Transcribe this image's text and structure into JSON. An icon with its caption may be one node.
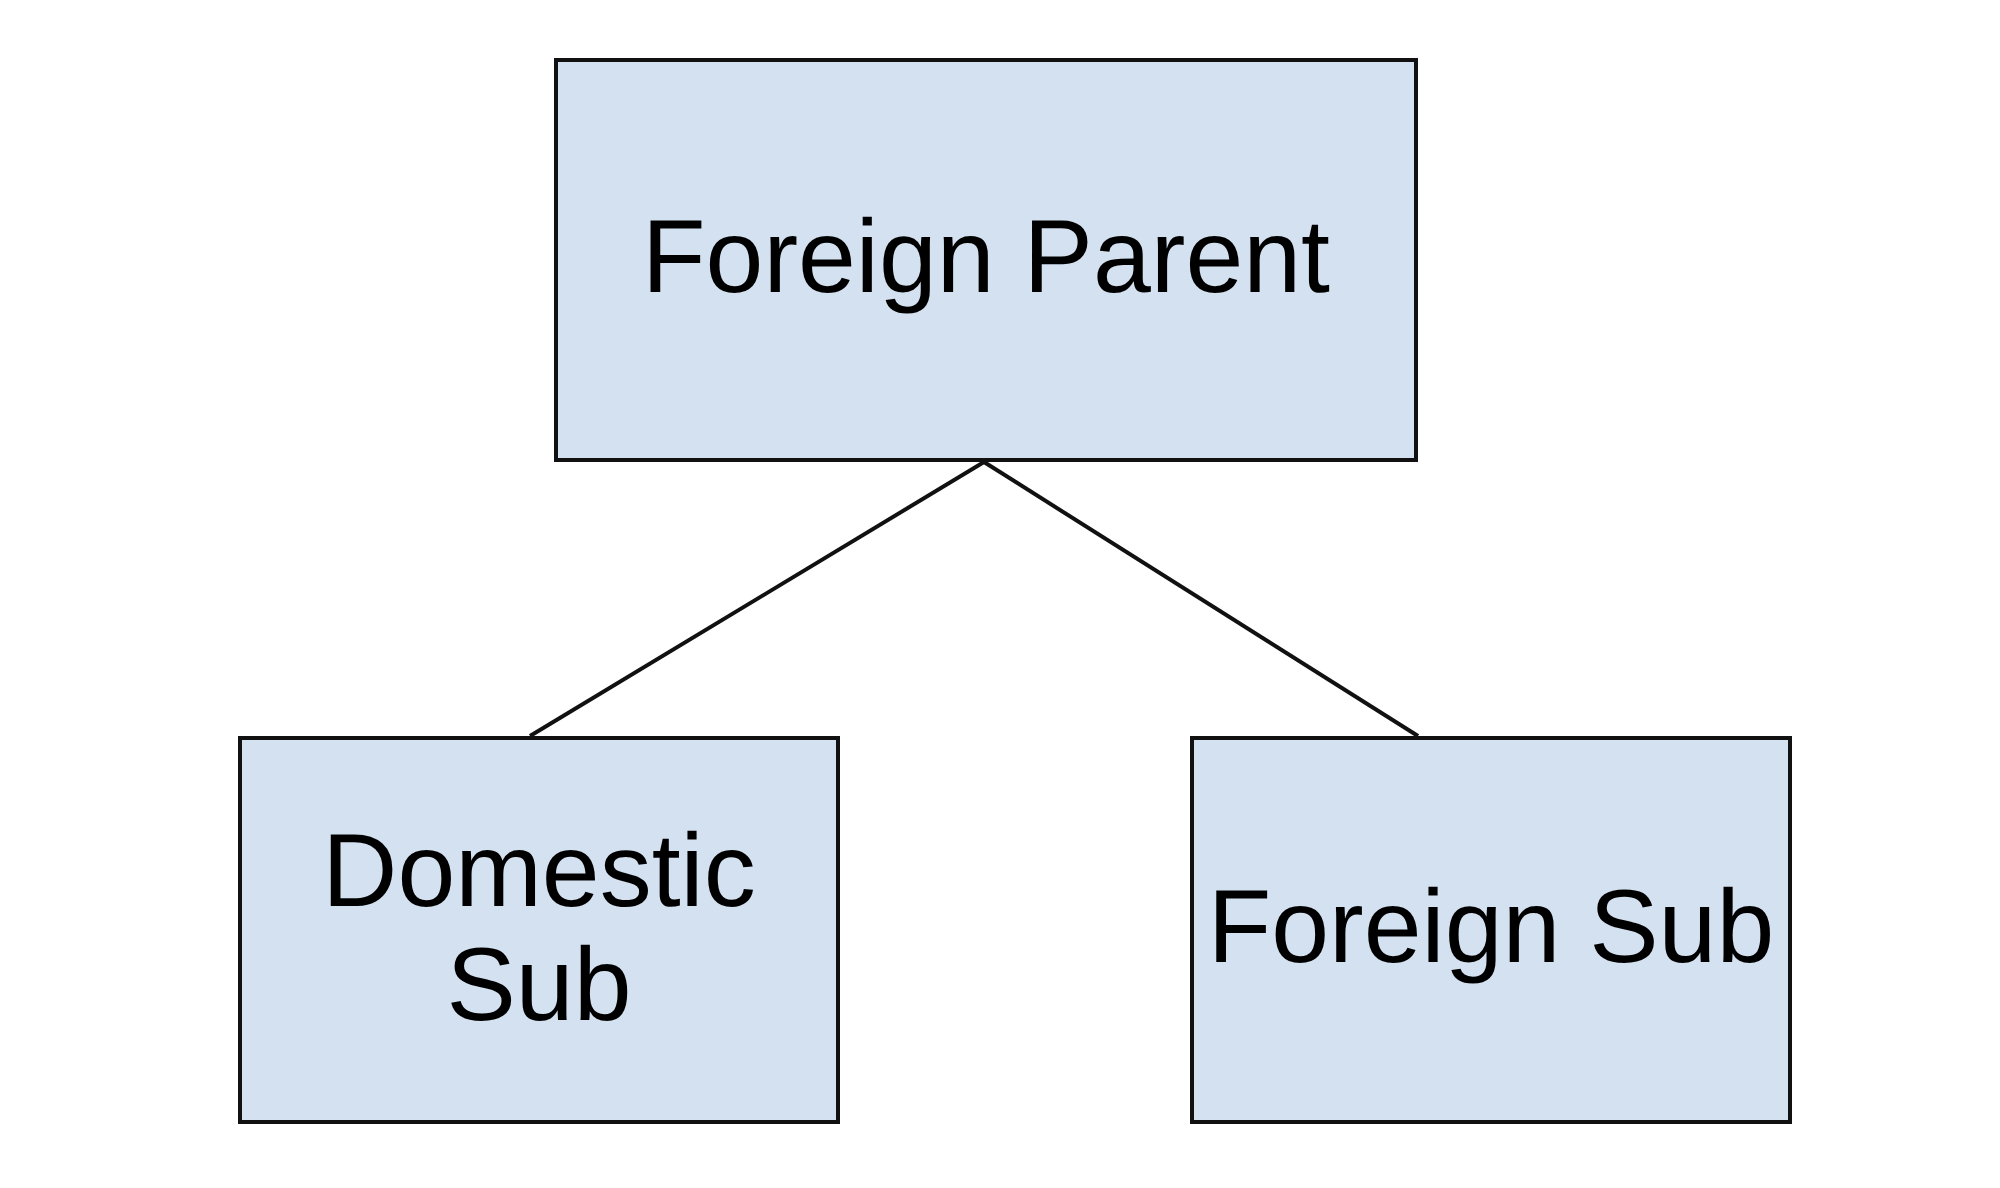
{
  "diagram": {
    "nodes": [
      {
        "text": [
          "Foreign Parent"
        ]
      },
      {
        "text": [
          "Domestic Sub"
        ]
      },
      {
        "text": [
          "Foreign Sub"
        ]
      }
    ],
    "edges": [
      {
        "from": 0,
        "to": 1,
        "arrow": "none"
      },
      {
        "from": 0,
        "to": 2,
        "arrow": "none"
      }
    ]
  }
}
